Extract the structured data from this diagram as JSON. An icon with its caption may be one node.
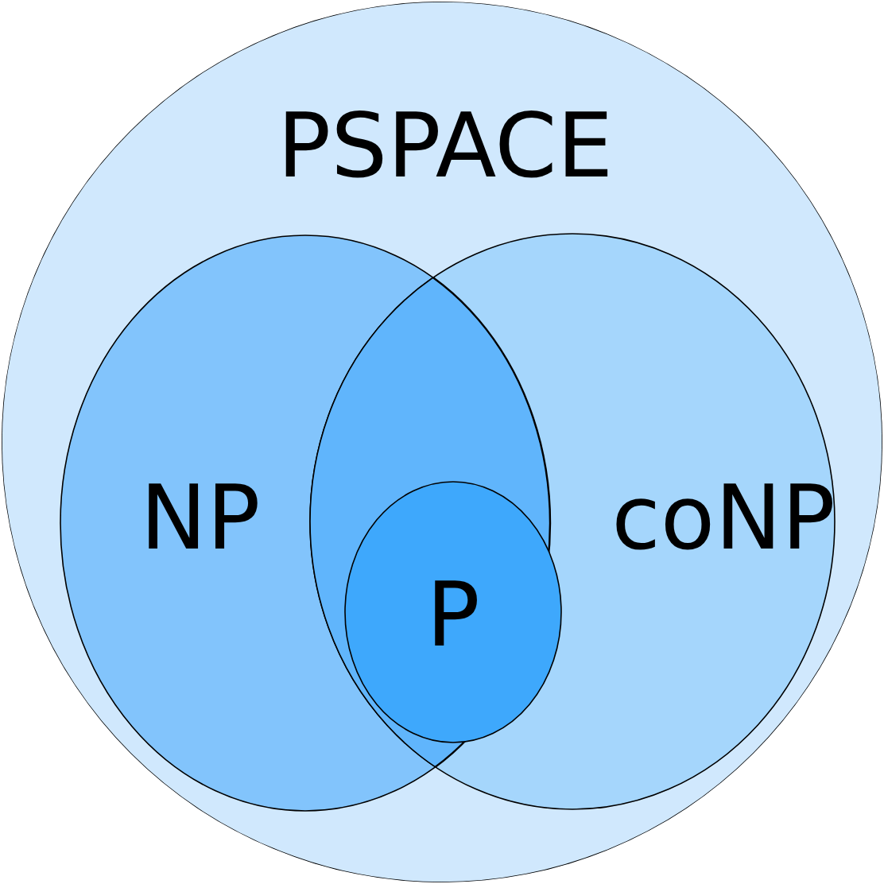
{
  "diagram": {
    "nodes": [
      {
        "text": [
          "PSPACE"
        ]
      },
      {
        "text": [
          "NP"
        ],
        "in": 0
      },
      {
        "text": [
          "coNP"
        ],
        "in": 0
      },
      {
        "text": [
          "P"
        ]
      }
    ]
  }
}
